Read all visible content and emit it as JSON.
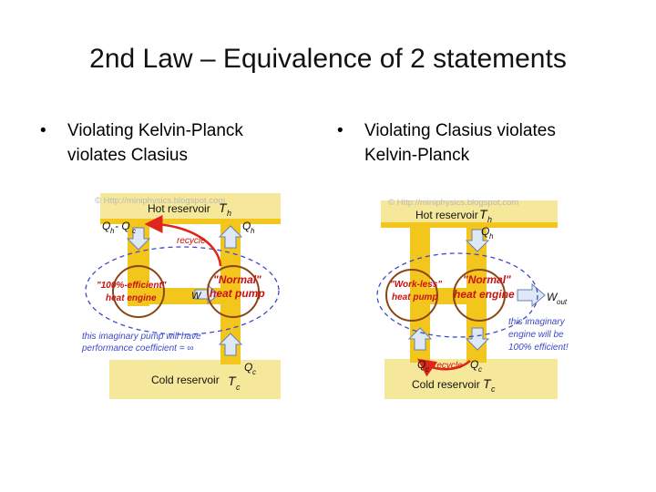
{
  "slide": {
    "title": "2nd Law – Equivalence of 2 statements",
    "bullets": [
      {
        "marker": "•",
        "lines": [
          "Violating Kelvin-Planck",
          "violates Clasius"
        ]
      },
      {
        "marker": "•",
        "lines": [
          "Violating Clasius violates",
          "Kelvin-Planck"
        ]
      }
    ]
  },
  "colors": {
    "pipe": "#f2c61c",
    "reservoir": "#f6e89a",
    "machine_ring": "#8b4513",
    "dashed_ellipse": "#3b49c9",
    "recycle_arrow": "#e0251a",
    "red_text": "#cc1111",
    "blue_text": "#3b49c9"
  },
  "diagram_left": {
    "watermark": "© Http://miniphysics.blogspot.com",
    "hot_reservoir": "Hot reservoir",
    "hot_symbol": "T",
    "hot_sub": "h",
    "flow_left": "Q",
    "flow_left_sub": "h",
    "flow_left_minus": "- Q",
    "flow_left_minus_sub": "c",
    "flow_right": "Q",
    "flow_right_sub": "h",
    "recycle": "recycle",
    "engine_line1": "\"100%-efficient\"",
    "engine_line2": "heat engine",
    "pump_line1": "\"Normal\"",
    "pump_line2": "heat pump",
    "work": "W",
    "note_line1": "this imaginary pump will have",
    "note_line2": "performance coefficient = ∞",
    "bottom_flow": "Q",
    "bottom_flow_sub": "c",
    "cold_reservoir": "Cold reservoir",
    "cold_symbol": "T",
    "cold_sub": "c"
  },
  "diagram_right": {
    "watermark": "© Http://miniphysics.blogspot.com",
    "hot_reservoir": "Hot reservoir",
    "hot_symbol": "T",
    "hot_sub": "h",
    "flow_right": "Q",
    "flow_right_sub": "h",
    "pump_line1": "\"Work-less\"",
    "pump_line2": "heat pump",
    "engine_line1": "\"Normal\"",
    "engine_line2": "heat engine",
    "work": "W",
    "work_sub": "out",
    "note_line1": "this imaginary",
    "note_line2": "engine will be",
    "note_line3": "100% efficient!",
    "flow_left_bottom": "Q",
    "flow_left_bottom_sub": "c",
    "recycle": "recycle",
    "flow_right_bottom": "Q",
    "flow_right_bottom_sub": "c",
    "cold_reservoir": "Cold reservoir",
    "cold_symbol": "T",
    "cold_sub": "c"
  }
}
